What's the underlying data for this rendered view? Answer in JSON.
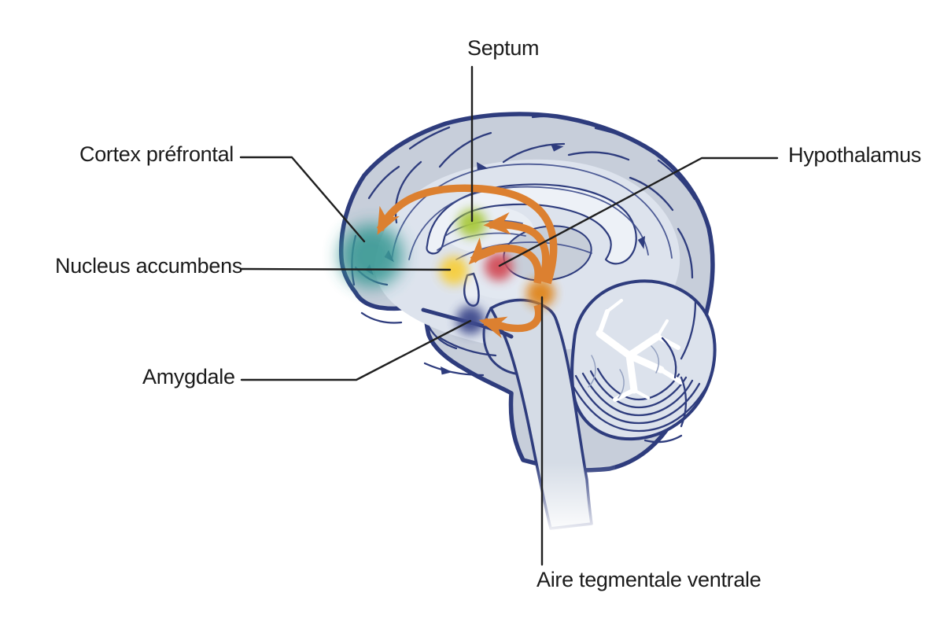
{
  "diagram": {
    "background": "#ffffff",
    "brain_outline_color": "#2e3c7d",
    "leader_line_color": "#1f1f1f",
    "pathway_color": "#dc8030"
  },
  "regions": {
    "cortex_prefrontal": {
      "label": "Cortex préfrontal",
      "color": "#3b9a95"
    },
    "septum": {
      "label": "Septum",
      "color": "#a9c93e"
    },
    "hypothalamus": {
      "label": "Hypothalamus",
      "color": "#d24d58"
    },
    "nucleus_accumbens": {
      "label": "Nucleus accumbens",
      "color": "#f7cf3c"
    },
    "amygdale": {
      "label": "Amygdale",
      "color": "#3c4a8c"
    },
    "aire_tegmentale_ventrale": {
      "label": "Aire tegmentale ventrale",
      "color": "#e0861f"
    }
  },
  "pathways": {
    "origin": "Aire tegmentale ventrale",
    "targets": [
      "Cortex préfrontal",
      "Septum",
      "Nucleus accumbens",
      "Amygdale"
    ]
  }
}
